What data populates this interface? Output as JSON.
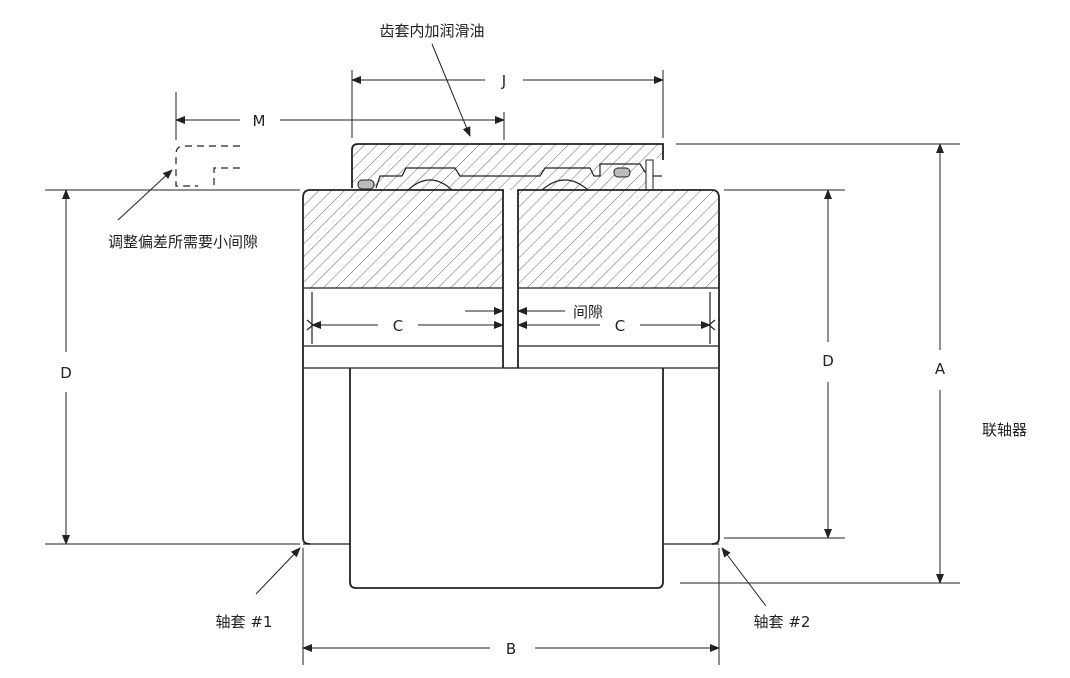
{
  "labels": {
    "lubrication": "齿套内加润滑油",
    "misalignment_gap": "调整偏差所需要小间隙",
    "gap": "间隙",
    "side_title": "联轴器",
    "hub1": "轴套 #1",
    "hub2": "轴套 #2"
  },
  "dimensions": {
    "J": "J",
    "M": "M",
    "C_left": "C",
    "C_right": "C",
    "D_left": "D",
    "D_right": "D",
    "A": "A",
    "B": "B"
  },
  "colors": {
    "line": "#222222",
    "background": "#ffffff",
    "hatch": "#555555"
  }
}
